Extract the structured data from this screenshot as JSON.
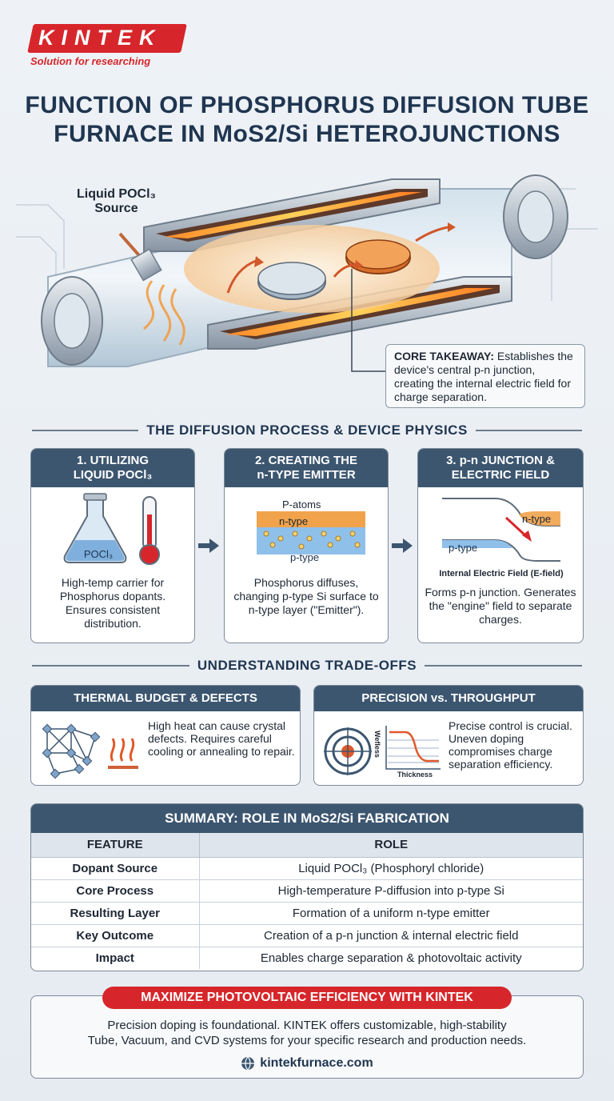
{
  "brand": {
    "logo": "KINTEK",
    "tagline": "Solution for researching",
    "color": "#d7262b"
  },
  "title": {
    "line1": "FUNCTION OF PHOSPHORUS DIFFUSION TUBE",
    "line2": "FURNACE IN MoS2/Si HETEROJUNCTIONS"
  },
  "hero": {
    "source_label_1": "Liquid POCl₃",
    "source_label_2": "Source",
    "takeaway_bold": "CORE TAKEAWAY:",
    "takeaway_text": " Establishes the device's central p-n junction, creating the internal electric field for charge separation."
  },
  "diffusion_section": {
    "header": "THE DIFFUSION PROCESS & DEVICE PHYSICS",
    "steps": [
      {
        "title_1": "1. UTILIZING",
        "title_2": "LIQUID POCl₃",
        "flask_label": "POCl₃",
        "body": "High-temp carrier for Phosphorus dopants. Ensures consistent distribution."
      },
      {
        "title_1": "2. CREATING THE",
        "title_2": "n-TYPE EMITTER",
        "atoms_label": "P-atoms",
        "n_label": "n-type",
        "p_label": "p-type",
        "body": "Phosphorus diffuses, changing p-type Si surface to n-type layer (\"Emitter\")."
      },
      {
        "title_1": "3. p-n JUNCTION &",
        "title_2": "ELECTRIC FIELD",
        "n_label": "n-type",
        "p_label": "p-type",
        "field_label": "Internal Electric Field (E-field)",
        "body": "Forms p-n junction. Generates the \"engine\" field to separate charges."
      }
    ]
  },
  "tradeoffs_section": {
    "header": "UNDERSTANDING TRADE-OFFS",
    "cards": [
      {
        "title": "THERMAL BUDGET & DEFECTS",
        "body": "High heat can cause crystal defects. Requires careful cooling or annealing to repair."
      },
      {
        "title": "PRECISION vs. THROUGHPUT",
        "body": "Precise control is crucial. Uneven doping compromises charge separation efficiency.",
        "graph_y": "Wefless",
        "graph_x": "Thickness"
      }
    ]
  },
  "summary": {
    "header": "SUMMARY: ROLE IN MoS2/Si FABRICATION",
    "columns": [
      "FEATURE",
      "ROLE"
    ],
    "rows": [
      {
        "feature": "Dopant Source",
        "role": "Liquid POCl₃ (Phosphoryl chloride)"
      },
      {
        "feature": "Core Process",
        "role": "High-temperature P-diffusion into p-type Si"
      },
      {
        "feature": "Resulting Layer",
        "role": "Formation of a uniform n-type emitter"
      },
      {
        "feature": "Key Outcome",
        "role": "Creation of a p-n junction & internal electric field"
      },
      {
        "feature": "Impact",
        "role": "Enables charge separation & photovoltaic activity"
      }
    ]
  },
  "cta": {
    "badge": "MAXIMIZE PHOTOVOLTAIC EFFICIENCY WITH KINTEK",
    "line1": "Precision doping is foundational. KINTEK offers customizable, high-stability",
    "line2": "Tube, Vacuum, and CVD systems for your specific research and production needs.",
    "url": "kintekfurnace.com"
  }
}
